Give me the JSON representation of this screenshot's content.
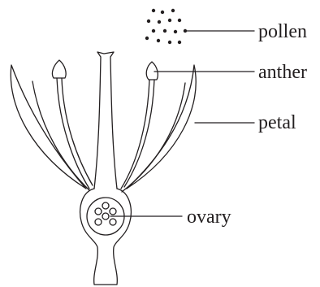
{
  "labels": {
    "pollen": "pollen",
    "anther": "anther",
    "petal": "petal",
    "ovary": "ovary"
  },
  "colors": {
    "ink": "#231f20",
    "background": "#ffffff"
  }
}
